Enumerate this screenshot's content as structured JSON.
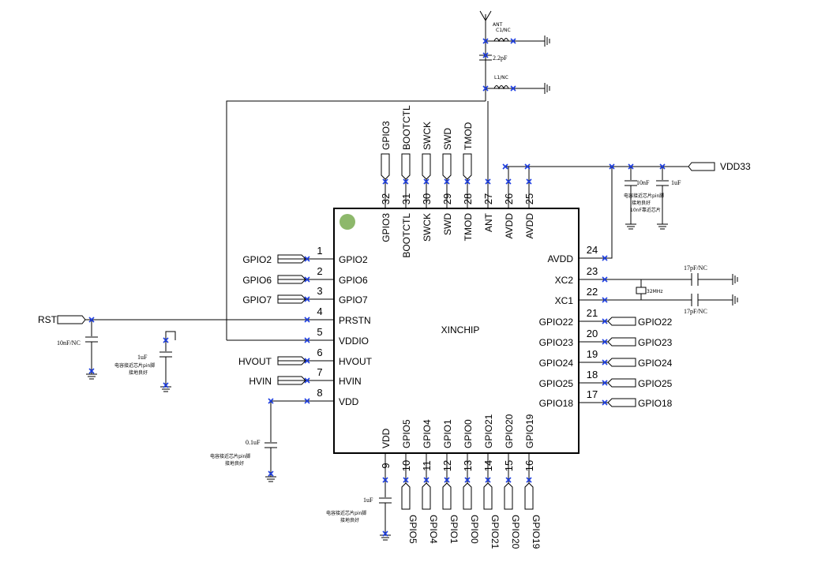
{
  "chip": {
    "name": "XINCHIP",
    "left_pins": [
      {
        "num": "1",
        "name": "GPIO2",
        "net": "GPIO2"
      },
      {
        "num": "2",
        "name": "GPIO6",
        "net": "GPIO6"
      },
      {
        "num": "3",
        "name": "GPIO7",
        "net": "GPIO7"
      },
      {
        "num": "4",
        "name": "PRSTN",
        "net": ""
      },
      {
        "num": "5",
        "name": "VDDIO",
        "net": ""
      },
      {
        "num": "6",
        "name": "HVOUT",
        "net": "HVOUT"
      },
      {
        "num": "7",
        "name": "HVIN",
        "net": "HVIN"
      },
      {
        "num": "8",
        "name": "VDD",
        "net": ""
      }
    ],
    "bottom_pins": [
      {
        "num": "9",
        "name": "VDD",
        "net": ""
      },
      {
        "num": "10",
        "name": "GPIO5",
        "net": "GPIO5"
      },
      {
        "num": "11",
        "name": "GPIO4",
        "net": "GPIO4"
      },
      {
        "num": "12",
        "name": "GPIO1",
        "net": "GPIO1"
      },
      {
        "num": "13",
        "name": "GPIO0",
        "net": "GPIO0"
      },
      {
        "num": "14",
        "name": "GPIO21",
        "net": "GPIO21"
      },
      {
        "num": "15",
        "name": "GPIO20",
        "net": "GPIO20"
      },
      {
        "num": "16",
        "name": "GPIO19",
        "net": "GPIO19"
      }
    ],
    "right_pins": [
      {
        "num": "24",
        "name": "AVDD",
        "net": ""
      },
      {
        "num": "23",
        "name": "XC2",
        "net": ""
      },
      {
        "num": "22",
        "name": "XC1",
        "net": ""
      },
      {
        "num": "21",
        "name": "GPIO22",
        "net": "GPIO22"
      },
      {
        "num": "20",
        "name": "GPIO23",
        "net": "GPIO23"
      },
      {
        "num": "19",
        "name": "GPIO24",
        "net": "GPIO24"
      },
      {
        "num": "18",
        "name": "GPIO25",
        "net": "GPIO25"
      },
      {
        "num": "17",
        "name": "GPIO18",
        "net": "GPIO18"
      }
    ],
    "top_pins": [
      {
        "num": "32",
        "name": "GPIO3",
        "net": "GPIO3"
      },
      {
        "num": "31",
        "name": "BOOTCTL",
        "net": "BOOTCTL"
      },
      {
        "num": "30",
        "name": "SWCK",
        "net": "SWCK"
      },
      {
        "num": "29",
        "name": "SWD",
        "net": "SWD"
      },
      {
        "num": "28",
        "name": "TMOD",
        "net": "TMOD"
      },
      {
        "num": "27",
        "name": "ANT",
        "net": ""
      },
      {
        "num": "26",
        "name": "AVDD",
        "net": ""
      },
      {
        "num": "25",
        "name": "AVDD",
        "net": ""
      }
    ]
  },
  "nets": {
    "rst": "RST",
    "vdd33": "VDD33",
    "ant": "ANT"
  },
  "components": {
    "c_rst": "10nF/NC",
    "c_vddio": "1uF",
    "c_vdd8": "0.1uF",
    "c_vdd9": "1uF",
    "c_ant_series": "2.2pF",
    "c_ant_shunt": "C1/NC",
    "l_ant": "L1/NC",
    "c_avdd_10n": "10nF",
    "c_avdd_1u": "1uF",
    "c_xc2": "17pF/NC",
    "c_xc1": "17pF/NC",
    "crystal": "32MHz"
  },
  "notes": {
    "cap_near_pin": "电容接近芯片pin脚",
    "good_ground": "接地良好",
    "avdd_note_1": "电容接近芯片pin脚",
    "avdd_note_2": "接地良好",
    "avdd_note_3": "10nF靠近芯片"
  },
  "colors": {
    "marker": "#1f3fe0",
    "pin1_dot": "#8db86b"
  }
}
